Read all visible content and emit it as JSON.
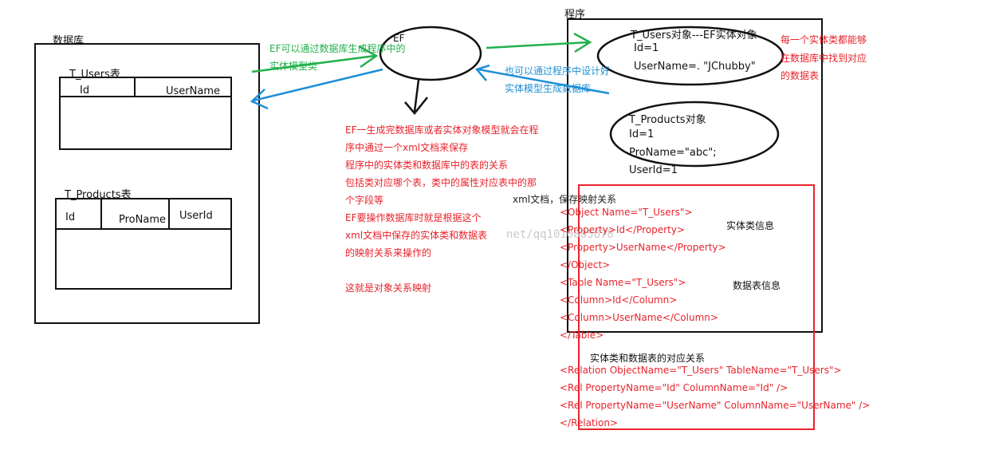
{
  "database": {
    "title": "数据库",
    "users_table": {
      "name": "T_Users表",
      "columns": [
        "Id",
        "UserName"
      ]
    },
    "products_table": {
      "name": "T_Products表",
      "columns": [
        "Id",
        "ProName",
        "UserId"
      ]
    }
  },
  "ef": {
    "label": "EF"
  },
  "program": {
    "title": "程序",
    "users_entity": {
      "title": "T_Users对象---EF实体对象",
      "lines": [
        "Id=1",
        "UserName=. \"JChubby\""
      ]
    },
    "products_entity": {
      "title": "T_Products对象",
      "lines": [
        "Id=1",
        "ProName=\"abc\";",
        "UserId=1"
      ]
    }
  },
  "notes": {
    "green_db_to_model": [
      "EF可以通过数据库生成程序中的",
      "实体模型类"
    ],
    "blue_model_to_db": [
      "也可以通过程序中设计好",
      "实体模型生成数据库"
    ],
    "entity_find_table": [
      "每一个实体类都能够",
      "在数据库中找到对应",
      "的数据表"
    ],
    "xml_explain": [
      "EF一生成完数据库或者实体对象模型就会在程",
      "序中通过一个xml文档来保存",
      "程序中的实体类和数据库中的表的关系",
      "包括类对应哪个表，类中的属性对应表中的那",
      "个字段等",
      "EF要操作数据库时就是根据这个",
      "xml文档中保存的实体类和数据表",
      "的映射关系来操作的"
    ],
    "orm_summary": "这就是对象关系映射",
    "watermark": "net/qq1010885678"
  },
  "xml": {
    "header": "xml文档，保存映射关系",
    "entity_info": "实体类信息",
    "table_info": "数据表信息",
    "relation_title": "实体类和数据表的对应关系",
    "lines": [
      "<Object Name=\"T_Users\">",
      "<Property>Id</Property>",
      "<Property>UserName</Property>",
      "</Object>",
      "<Table Name=\"T_Users\">",
      "<Column>Id</Column>",
      "<Column>UserName</Column>",
      "</Table>"
    ],
    "relation_lines": [
      "<Relation ObjectName=\"T_Users\" TableName=\"T_Users\">",
      "<Rel PropertyName=\"Id\" ColumnName=\"Id\" />",
      "<Rel PropertyName=\"UserName\" ColumnName=\"UserName\" />",
      "</Relation>"
    ]
  },
  "colors": {
    "red": "#e8232b",
    "green": "#22b14c",
    "blue": "#1d8fd6",
    "black": "#111111"
  }
}
